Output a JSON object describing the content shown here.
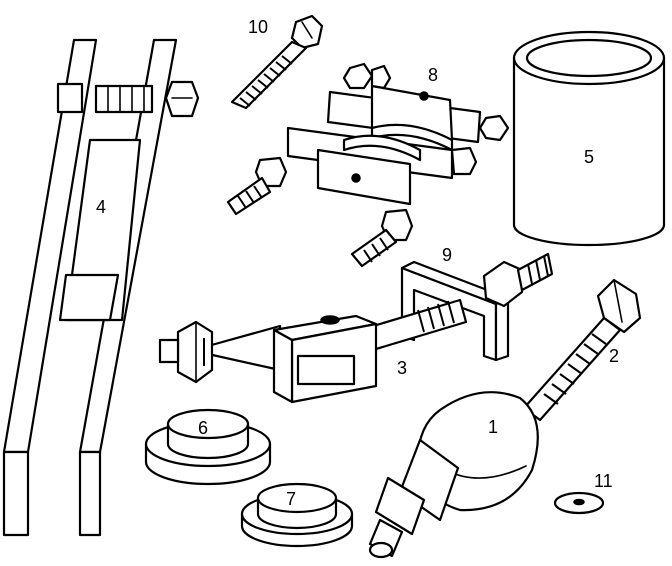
{
  "diagram": {
    "callouts": [
      {
        "id": "1",
        "text": "1"
      },
      {
        "id": "2",
        "text": "2"
      },
      {
        "id": "3",
        "text": "3"
      },
      {
        "id": "4",
        "text": "4"
      },
      {
        "id": "5",
        "text": "5"
      },
      {
        "id": "6",
        "text": "6"
      },
      {
        "id": "7",
        "text": "7"
      },
      {
        "id": "8",
        "text": "8"
      },
      {
        "id": "9",
        "text": "9"
      },
      {
        "id": "10",
        "text": "10"
      },
      {
        "id": "11",
        "text": "11"
      }
    ]
  },
  "colors": {
    "ink": "#000000",
    "paper": "#ffffff"
  }
}
